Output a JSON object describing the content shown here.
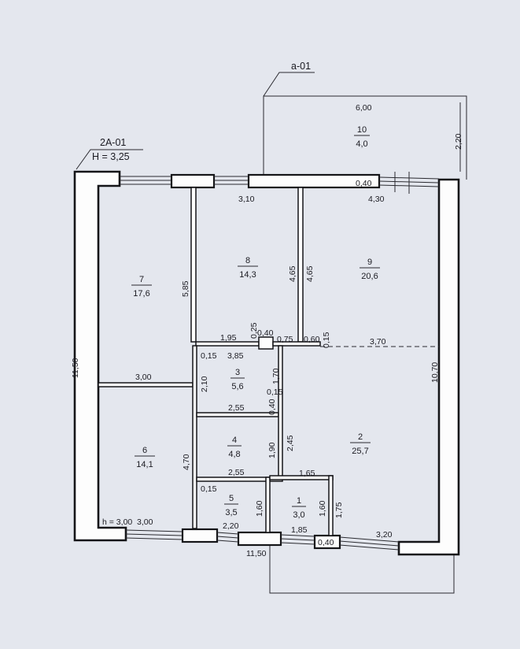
{
  "labels": {
    "axis_a01": "a-01",
    "axis_2a01": "2A-01",
    "height": "H = 3,25",
    "h_floor": "h = 3,00"
  },
  "dimensions": {
    "ext_len": "6,00",
    "ext_width": "2,20",
    "top_310": "3,10",
    "top_040": "0,40",
    "top_430": "4,30",
    "left_1150": "11,50",
    "right_1070": "10,70",
    "p_585": "5,85",
    "p_465_a": "4,65",
    "p_465_b": "4,65",
    "c_195": "1,95",
    "c_025": "0,25",
    "c_040": "0,40",
    "c_075": "0,75",
    "c_060": "0,60",
    "c_015_r": "0,15",
    "c_370": "3,70",
    "c_015_l": "0,15",
    "c_385": "3,85",
    "c_170": "1,70",
    "c_210": "2,10",
    "c_300": "3,00",
    "c_015_m": "0,15",
    "c_040_m": "0,40",
    "c_255_a": "2,55",
    "c_245": "2,45",
    "c_470": "4,70",
    "c_190": "1,90",
    "c_255_b": "2,55",
    "c_165": "1,65",
    "c_015_b": "0,15",
    "c_160_a": "1,60",
    "c_160_b": "1,60",
    "c_175": "1,75",
    "b_300": "3,00",
    "b_220": "2,20",
    "b_185": "1,85",
    "b_040": "0,40",
    "b_320": "3,20",
    "b_1150": "11,50"
  },
  "rooms": [
    {
      "num": "10",
      "area": "4,0"
    },
    {
      "num": "9",
      "area": "20,6"
    },
    {
      "num": "8",
      "area": "14,3"
    },
    {
      "num": "7",
      "area": "17,6"
    },
    {
      "num": "6",
      "area": "14,1"
    },
    {
      "num": "5",
      "area": "3,5"
    },
    {
      "num": "4",
      "area": "4,8"
    },
    {
      "num": "3",
      "area": "5,6"
    },
    {
      "num": "2",
      "area": "25,7"
    },
    {
      "num": "1",
      "area": "3,0"
    }
  ]
}
